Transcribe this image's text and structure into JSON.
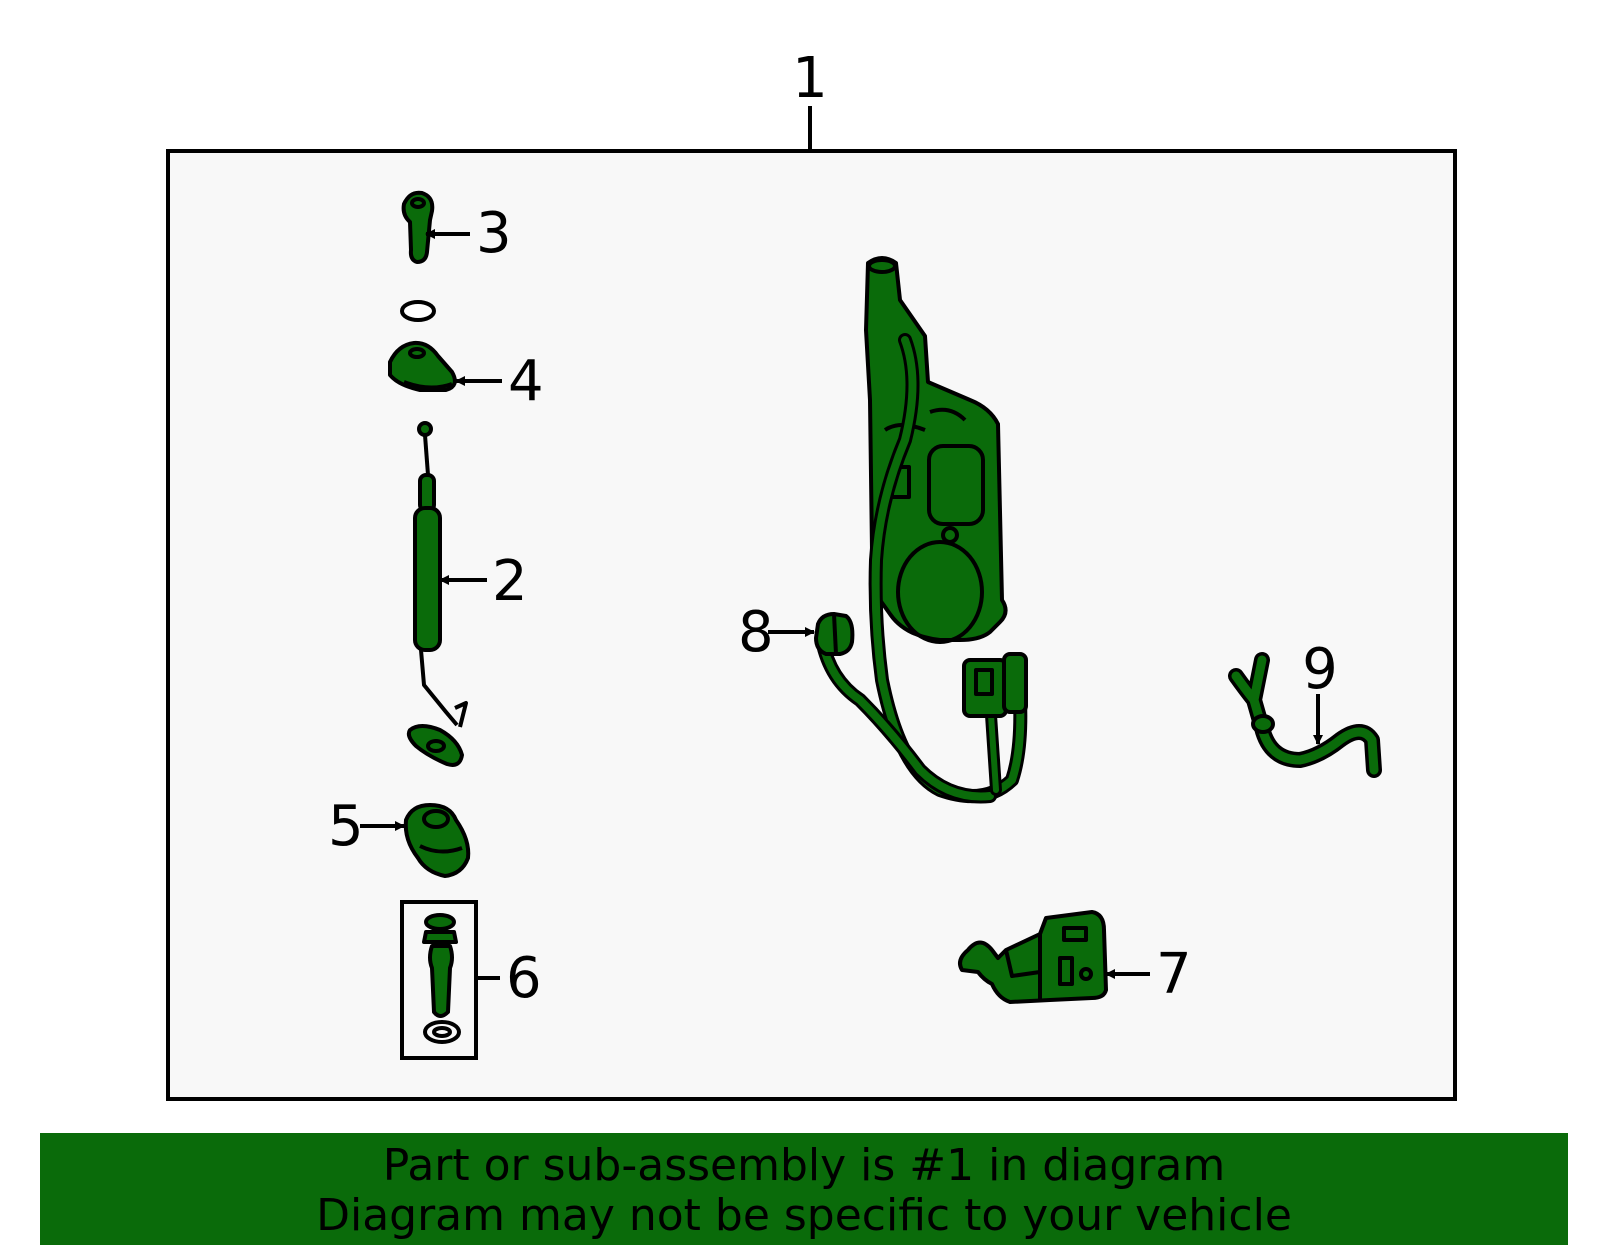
{
  "diagram": {
    "callouts": {
      "c1": "1",
      "c2": "2",
      "c3": "3",
      "c4": "4",
      "c5": "5",
      "c6": "6",
      "c7": "7",
      "c8": "8",
      "c9": "9"
    },
    "colors": {
      "part_fill": "#0a6b0a",
      "frame_fill": "#f8f8f8",
      "stroke": "#000000"
    }
  },
  "banner": {
    "line1": "Part or sub-assembly is #1 in diagram",
    "line2": "Diagram may not be specific to your vehicle",
    "background": "#0a6b0a"
  }
}
